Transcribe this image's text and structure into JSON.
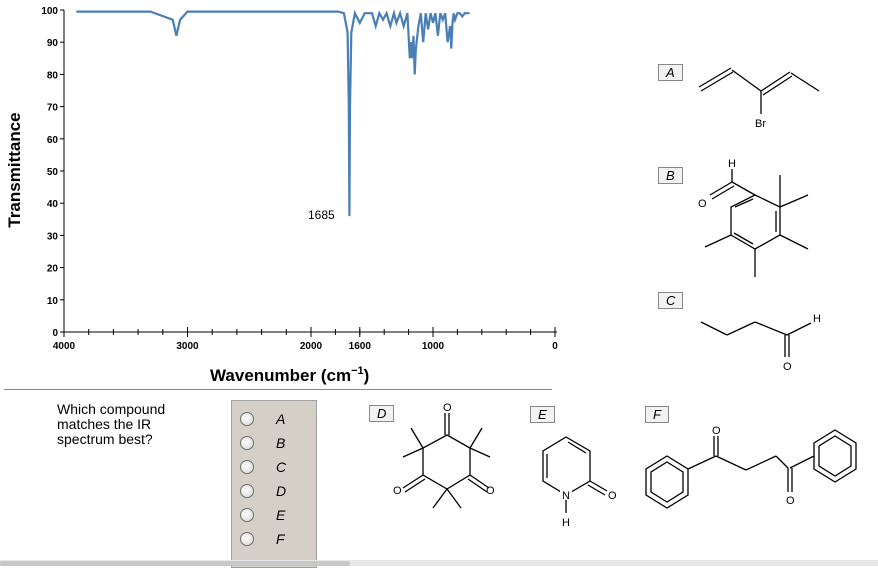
{
  "chart_data": {
    "type": "line",
    "ylabel": "Transmittance",
    "xlabel": "Wavenumber (cm",
    "xlabel_sup": "−1",
    "xlabel_close": ")",
    "y_ticks": [
      "0",
      "10",
      "20",
      "30",
      "40",
      "50",
      "60",
      "70",
      "80",
      "90",
      "100"
    ],
    "x_ticks": [
      "4000",
      "3000",
      "2000",
      "1600",
      "1000",
      "0"
    ],
    "ylim": [
      0,
      100
    ],
    "annotation": "1685",
    "line_color": "#4a7fb5",
    "series": [
      {
        "x": [
          3900,
          3300,
          3120,
          3090,
          3060,
          3000,
          2000,
          1780,
          1730,
          1700,
          1690,
          1685,
          1680,
          1670,
          1640,
          1600,
          1560,
          1500,
          1470,
          1440,
          1410,
          1380,
          1350,
          1320,
          1300,
          1270,
          1240,
          1210,
          1190,
          1180,
          1170,
          1160,
          1150,
          1140,
          1120,
          1100,
          1080,
          1060,
          1040,
          1020,
          1000,
          980,
          960,
          940,
          920,
          900,
          880,
          860,
          850,
          840,
          830,
          820,
          800,
          780,
          760,
          740,
          720,
          700
        ],
        "y": [
          99.5,
          99.5,
          97,
          92,
          97,
          99.5,
          99.5,
          99.5,
          99,
          93,
          70,
          36,
          70,
          93,
          99,
          96,
          99,
          99,
          95,
          99,
          97,
          99,
          95,
          99,
          96,
          99,
          95,
          99,
          85,
          90,
          85,
          92,
          80,
          88,
          95,
          99,
          90,
          99,
          94,
          99,
          96,
          99,
          92,
          99,
          97,
          99,
          90,
          95,
          88,
          96,
          99,
          97,
          99,
          99,
          98,
          99,
          99,
          99
        ]
      }
    ]
  },
  "question": "Which compound matches the IR spectrum best?",
  "options": [
    "A",
    "B",
    "C",
    "D",
    "E",
    "F"
  ],
  "compound_labels": [
    "A",
    "B",
    "C",
    "D",
    "E",
    "F"
  ],
  "atoms": {
    "br": "Br",
    "h": "H",
    "o": "O",
    "n": "N"
  }
}
